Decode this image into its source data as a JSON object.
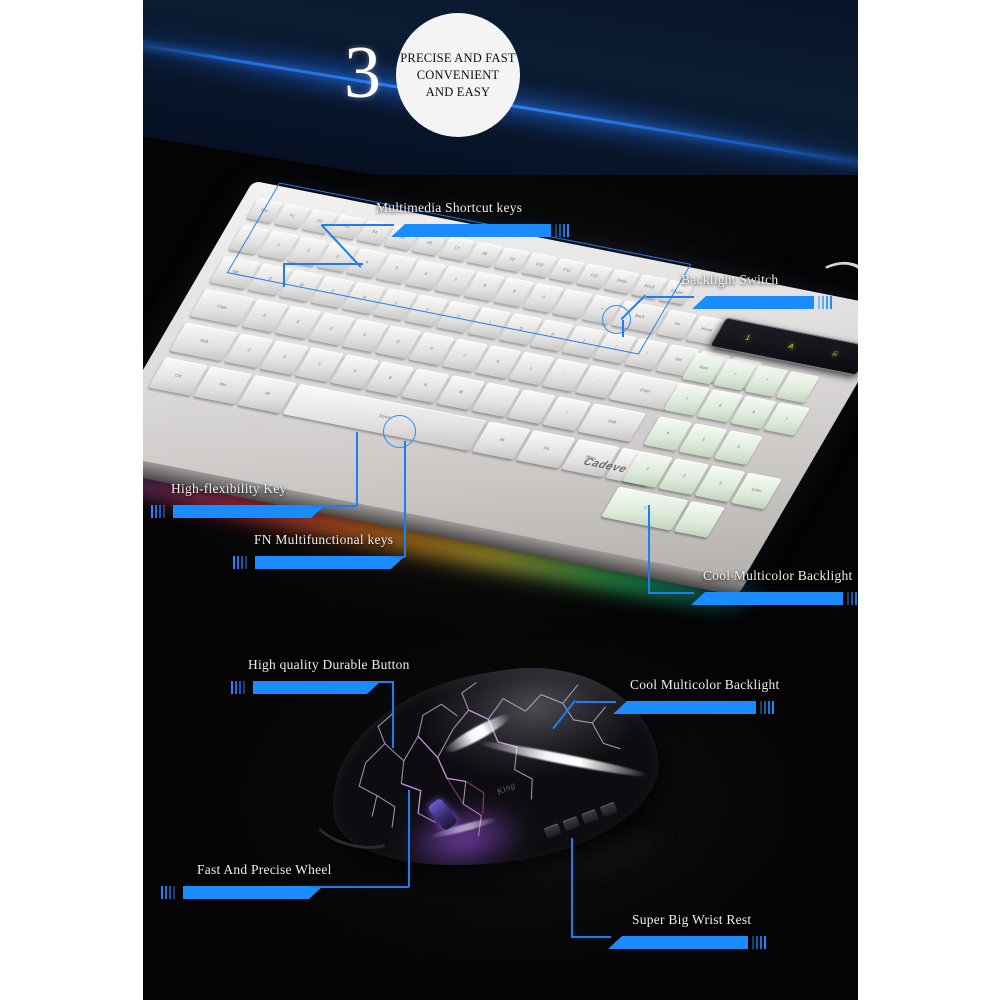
{
  "header": {
    "badge_number": "3",
    "badge_lines": [
      "PRECISE AND FAST",
      "CONVENIENT",
      "AND EASY"
    ]
  },
  "keyboard": {
    "brand": "Cadeve",
    "indicator_leds": [
      "1",
      "A",
      "⌸"
    ],
    "callouts": [
      {
        "id": "multimedia-shortcut-keys",
        "label": "Multimedia Shortcut keys"
      },
      {
        "id": "backlight-switch",
        "label": "Backlight Switch"
      },
      {
        "id": "high-flexibility-key",
        "label": "High-flexibility Key"
      },
      {
        "id": "fn-multifunctional-keys",
        "label": "FN Multifunctional keys"
      },
      {
        "id": "cool-multicolor-backlight-keyboard",
        "label": "Cool Multicolor Backlight"
      }
    ],
    "rows": [
      [
        "Esc",
        "F1",
        "F2",
        "F3",
        "F4",
        "F5",
        "F6",
        "F7",
        "F8",
        "F9",
        "F10",
        "F11",
        "F12",
        "PrtSc",
        "ScrLk",
        "Pause"
      ],
      [
        "~",
        "1",
        "2",
        "3",
        "4",
        "5",
        "6",
        "7",
        "8",
        "9",
        "0",
        "-",
        "+",
        "Back",
        "Ins",
        "Home",
        "PgUp"
      ],
      [
        "Tab",
        "Q",
        "W",
        "E",
        "R",
        "T",
        "Y",
        "U",
        "I",
        "O",
        "P",
        "[",
        "]",
        "\\",
        "Del",
        "End",
        "PgDn"
      ],
      [
        "Caps",
        "A",
        "S",
        "D",
        "F",
        "G",
        "H",
        "J",
        "K",
        "L",
        ";",
        "'",
        "Enter"
      ],
      [
        "Shift",
        "Z",
        "X",
        "C",
        "V",
        "B",
        "N",
        "M",
        ",",
        ".",
        "/",
        "Shift"
      ],
      [
        "Ctrl",
        "Win",
        "Alt",
        "Space",
        "Alt",
        "FN",
        "Menu",
        "Ctrl"
      ]
    ],
    "numpad": [
      [
        "Num",
        "/",
        "*",
        "-"
      ],
      [
        "7",
        "8",
        "9",
        "+"
      ],
      [
        "4",
        "5",
        "6"
      ],
      [
        "1",
        "2",
        "3",
        "Enter"
      ],
      [
        "0",
        "."
      ]
    ]
  },
  "mouse": {
    "callouts": [
      {
        "id": "high-quality-durable-button",
        "label": "High quality Durable Button"
      },
      {
        "id": "cool-multicolor-backlight-mouse",
        "label": "Cool Multicolor Backlight"
      },
      {
        "id": "fast-and-precise-wheel",
        "label": "Fast And Precise Wheel"
      },
      {
        "id": "super-big-wrist-rest",
        "label": "Super Big Wrist Rest"
      }
    ]
  },
  "colors": {
    "accent_blue": "#1a8cff",
    "lead_blue": "#1a7ff0",
    "background": "#040404",
    "page": "#ffffff",
    "led_yellow": "#e9f018"
  }
}
